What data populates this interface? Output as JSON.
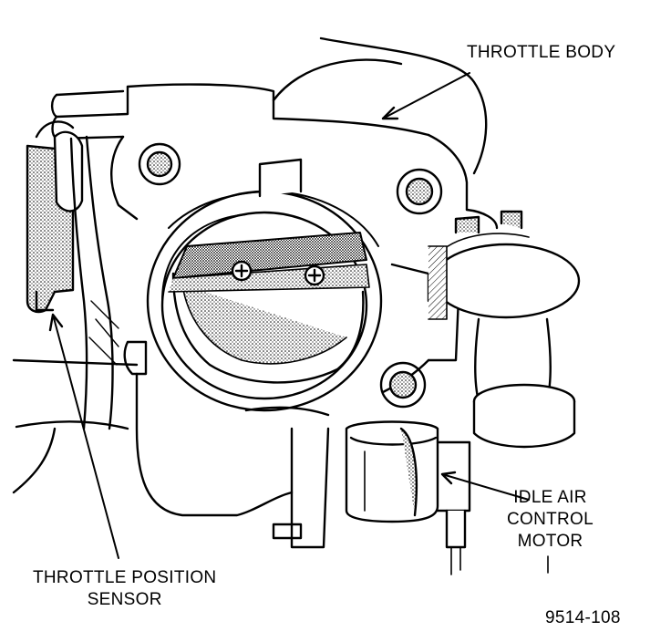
{
  "labels": {
    "throttle_body": "THROTTLE BODY",
    "iac_line1": "IDLE AIR",
    "iac_line2": "CONTROL",
    "iac_line3": "MOTOR",
    "tps_line1": "THROTTLE POSITION",
    "tps_line2": "SENSOR",
    "figure_number": "9514-108"
  },
  "colors": {
    "ink": "#000000",
    "paper": "#ffffff",
    "shade": "#9a9a9a"
  }
}
